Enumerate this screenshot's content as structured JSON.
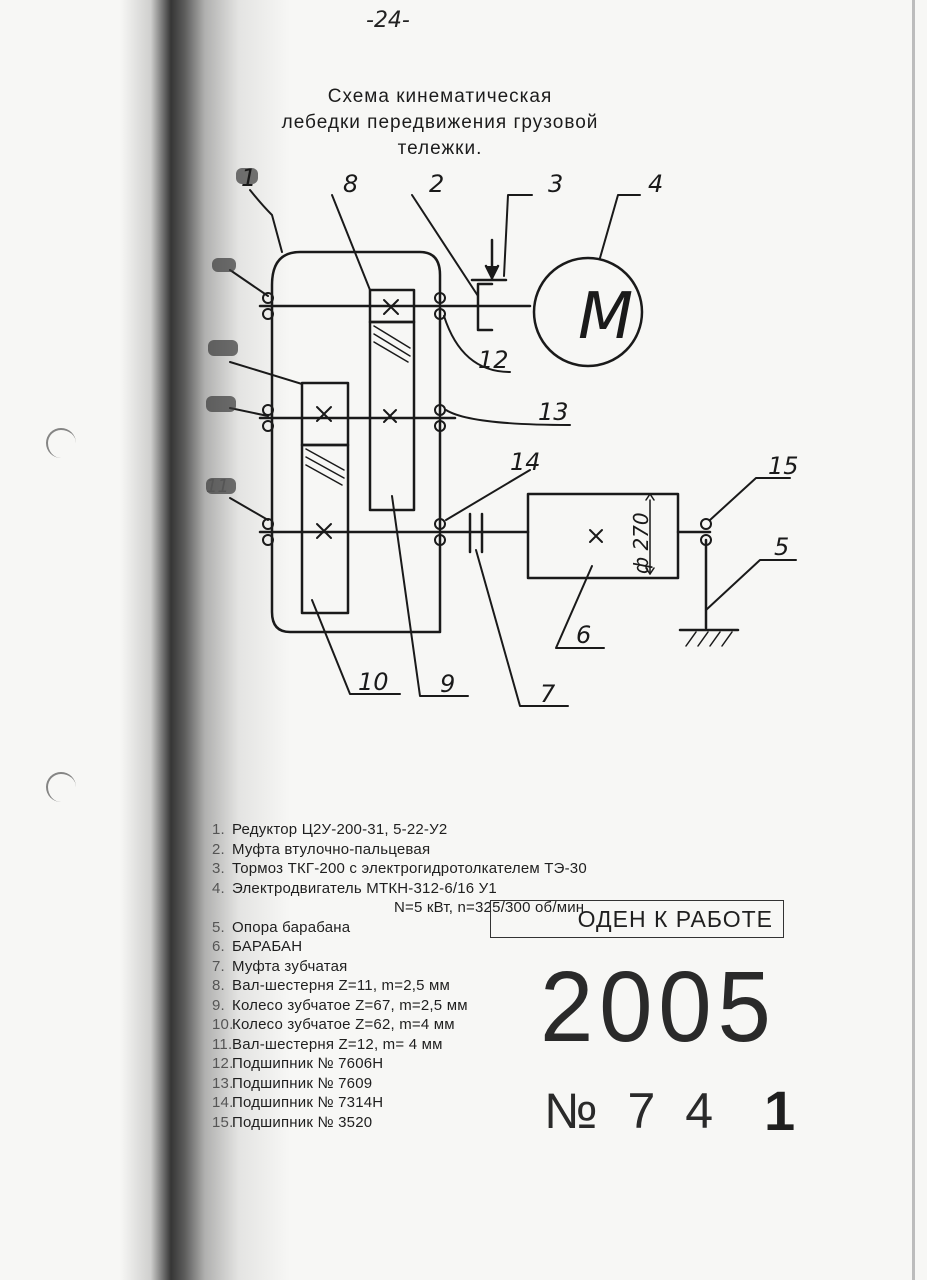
{
  "page_number": "-24-",
  "title": {
    "line1": "Схема кинематическая",
    "line2": "лебедки передвижения грузовой",
    "line3": "тележки."
  },
  "diagram": {
    "callouts": [
      "1",
      "2",
      "3",
      "4",
      "5",
      "6",
      "7",
      "8",
      "9",
      "10",
      "11",
      "12",
      "13",
      "14",
      "15"
    ],
    "motor_symbol": "M",
    "drum_diameter": "ф 270"
  },
  "legend": [
    {
      "num": "1.",
      "label": "Редуктор Ц2У-200-31, 5-22-У2"
    },
    {
      "num": "2.",
      "label": "Муфта втулочно-пальцевая"
    },
    {
      "num": "3.",
      "label": "Тормоз ТКГ-200 с электрогидротолкателем ТЭ-30"
    },
    {
      "num": "4.",
      "label": "Электродвигатель МТКН-312-6/16 У1"
    },
    {
      "num": "",
      "label": "N=5 кВт, n=325/300 об/мин"
    },
    {
      "num": "5.",
      "label": "Опора барабана"
    },
    {
      "num": "6.",
      "label": "БАРАБАН"
    },
    {
      "num": "7.",
      "label": "Муфта зубчатая"
    },
    {
      "num": "8.",
      "label": "Вал-шестерня Z=11, m=2,5 мм"
    },
    {
      "num": "9.",
      "label": "Колесо зубчатое Z=67, m=2,5 мм"
    },
    {
      "num": "10.",
      "label": "Колесо зубчатое Z=62, m=4 мм"
    },
    {
      "num": "11.",
      "label": "Вал-шестерня Z=12, m= 4 мм"
    },
    {
      "num": "12.",
      "label": "Подшипник № 7606Н"
    },
    {
      "num": "13.",
      "label": "Подшипник № 7609"
    },
    {
      "num": "14.",
      "label": "Подшипник № 7314Н"
    },
    {
      "num": "15.",
      "label": "Подшипник № 3520"
    }
  ],
  "stamp": {
    "text": "ОДЕН К РАБОТЕ",
    "year": "2005",
    "reg_no": "№ 7 4",
    "copy_no": "1"
  }
}
